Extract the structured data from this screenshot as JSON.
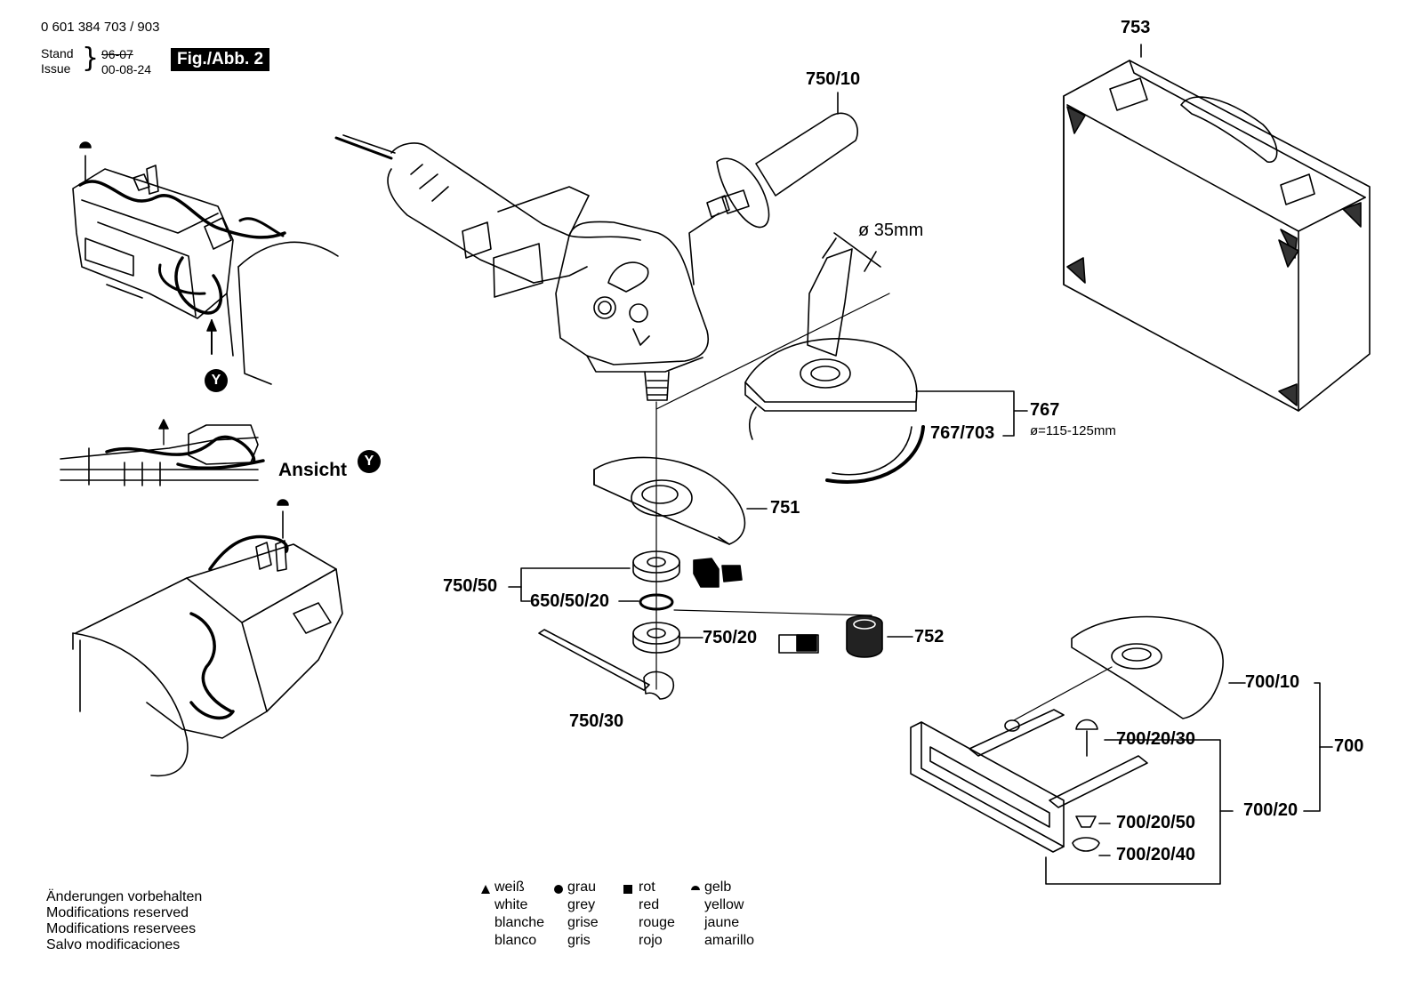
{
  "header": {
    "part_number": "0 601 384 703 / 903",
    "stand_label": "Stand",
    "issue_label": "Issue",
    "stand_date": "96-07",
    "issue_date": "00-08-24",
    "figure_label": "Fig./Abb. 2"
  },
  "callouts": {
    "c753": "753",
    "c750_10": "750/10",
    "diameter_35": "ø 35mm",
    "c767": "767",
    "c767_703": "767/703",
    "diameter_range": "ø=115-125mm",
    "c751": "751",
    "c750_50": "750/50",
    "c650_50_20": "650/50/20",
    "c750_20": "750/20",
    "c752": "752",
    "c750_30": "750/30",
    "c700_10": "700/10",
    "c700": "700",
    "c700_20_30": "700/20/30",
    "c700_20": "700/20",
    "c700_20_50": "700/20/50",
    "c700_20_40": "700/20/40"
  },
  "view": {
    "ansicht_label": "Ansicht",
    "marker": "Y"
  },
  "notes": [
    "Änderungen vorbehalten",
    "Modifications reserved",
    "Modifications reservees",
    "Salvo modificaciones"
  ],
  "legend": [
    {
      "symbol": "triangle-icon",
      "lines": [
        "weiß",
        "white",
        "blanche",
        "blanco"
      ]
    },
    {
      "symbol": "circle-icon",
      "lines": [
        "grau",
        "grey",
        "grise",
        "gris"
      ]
    },
    {
      "symbol": "square-icon",
      "lines": [
        "rot",
        "red",
        "rouge",
        "rojo"
      ]
    },
    {
      "symbol": "half-circle-icon",
      "lines": [
        "gelb",
        "yellow",
        "jaune",
        "amarillo"
      ]
    }
  ]
}
